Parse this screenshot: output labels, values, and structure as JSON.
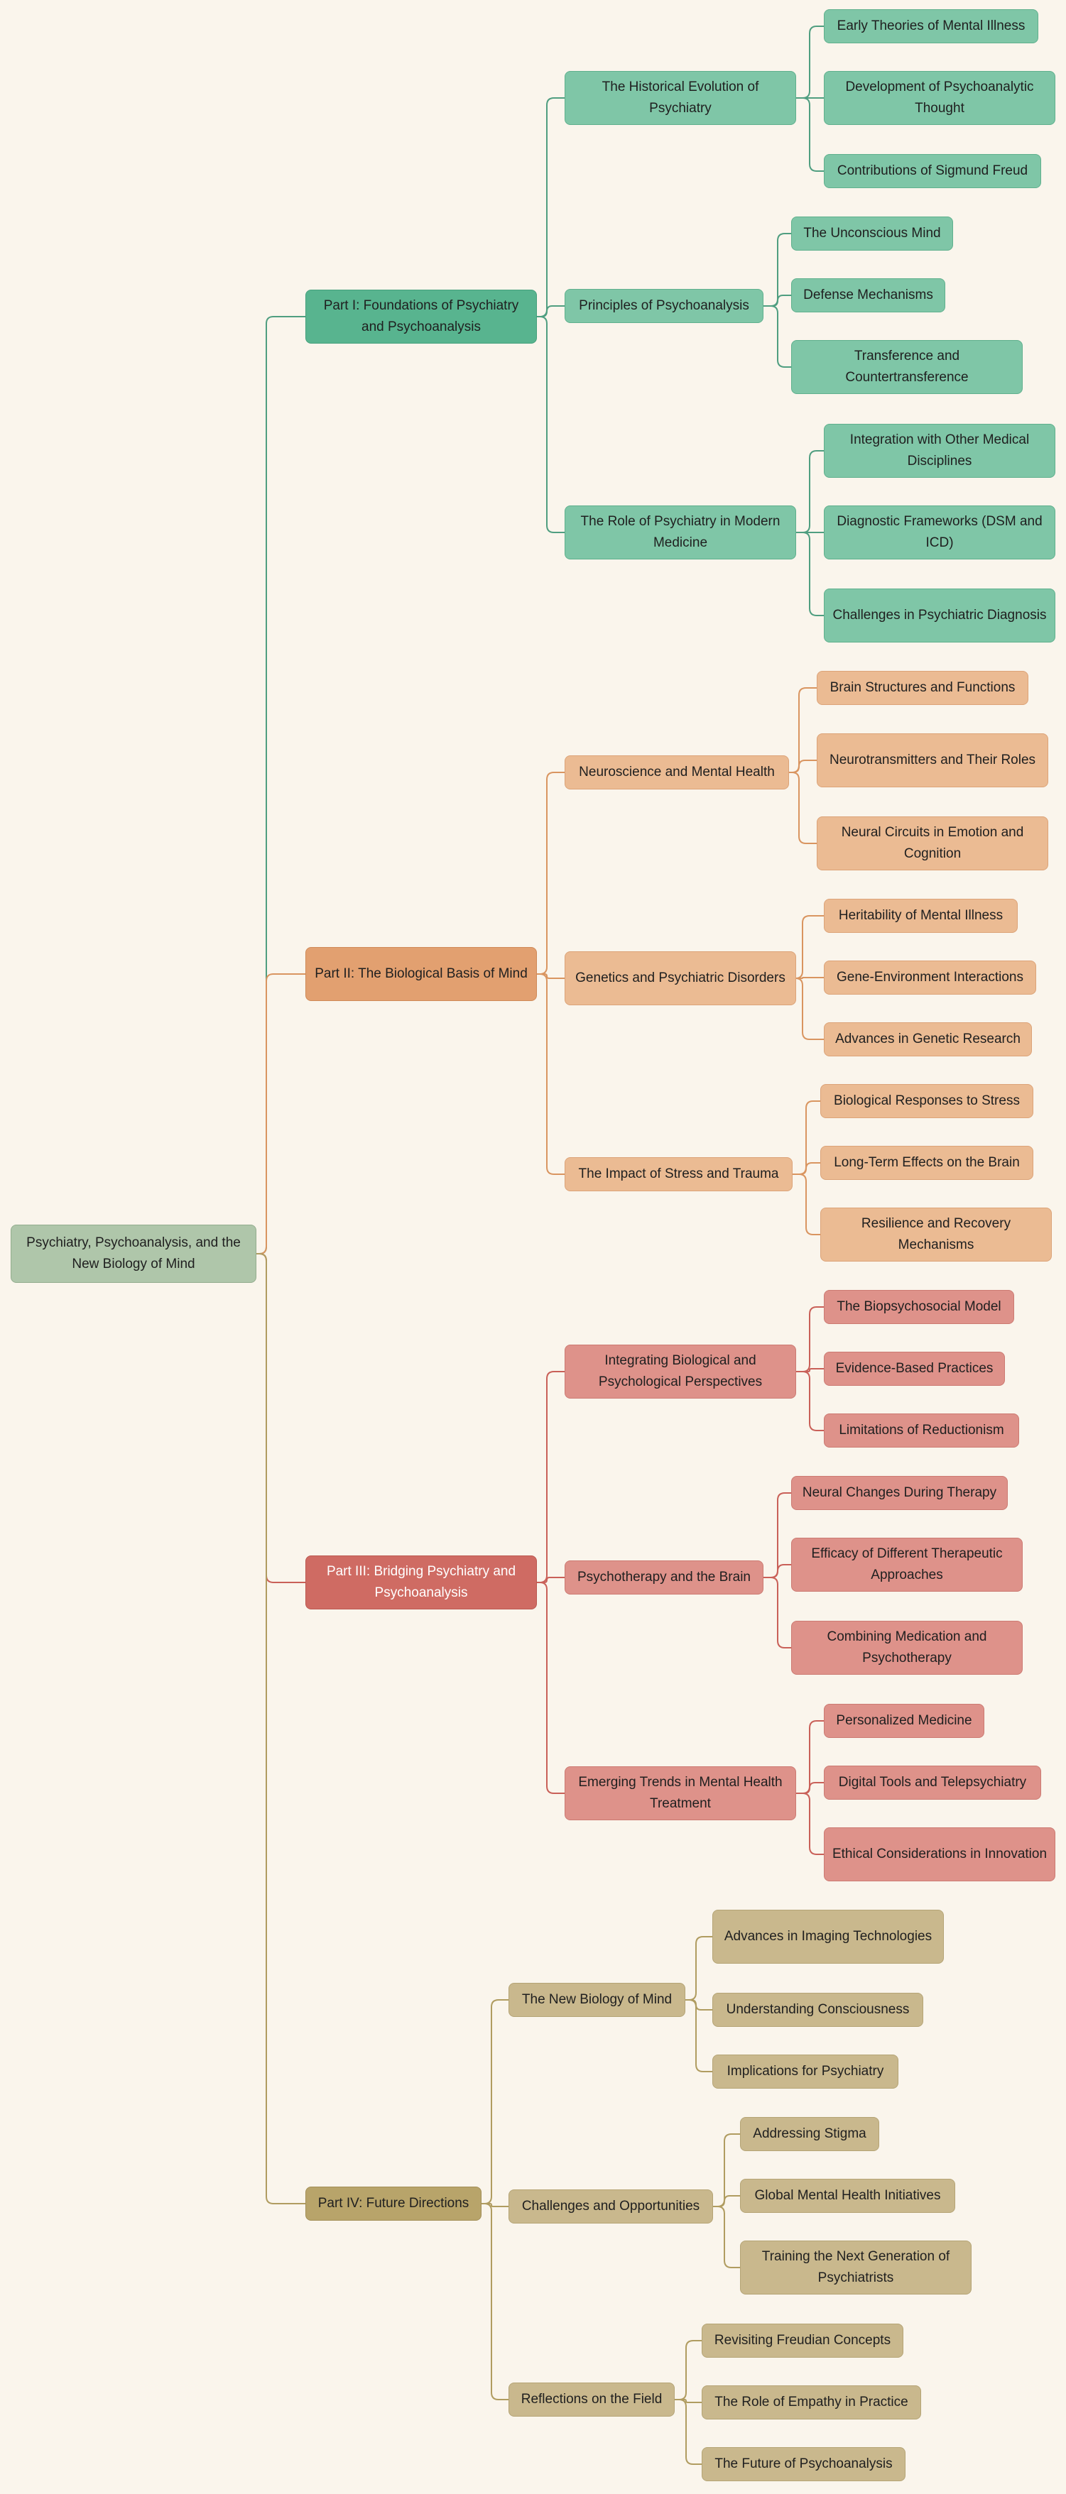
{
  "root": {
    "label": "Psychiatry, Psychoanalysis, and the New Biology of Mind"
  },
  "parts": [
    {
      "label": "Part I: Foundations of Psychiatry and Psychoanalysis",
      "color": "#4f9e80",
      "chapters": [
        {
          "label": "The Historical Evolution of Psychiatry",
          "topics": [
            "Early Theories of Mental Illness",
            "Development of Psychoanalytic Thought",
            "Contributions of Sigmund Freud"
          ]
        },
        {
          "label": "Principles of Psychoanalysis",
          "topics": [
            "The Unconscious Mind",
            "Defense Mechanisms",
            "Transference and Countertransference"
          ]
        },
        {
          "label": "The Role of Psychiatry in Modern Medicine",
          "topics": [
            "Integration with Other Medical Disciplines",
            "Diagnostic Frameworks (DSM and ICD)",
            "Challenges in Psychiatric Diagnosis"
          ]
        }
      ]
    },
    {
      "label": "Part II: The Biological Basis of Mind",
      "color": "#d99560",
      "chapters": [
        {
          "label": "Neuroscience and Mental Health",
          "topics": [
            "Brain Structures and Functions",
            "Neurotransmitters and Their Roles",
            "Neural Circuits in Emotion and Cognition"
          ]
        },
        {
          "label": "Genetics and Psychiatric Disorders",
          "topics": [
            "Heritability of Mental Illness",
            "Gene-Environment Interactions",
            "Advances in Genetic Research"
          ]
        },
        {
          "label": "The Impact of Stress and Trauma",
          "topics": [
            "Biological Responses to Stress",
            "Long-Term Effects on the Brain",
            "Resilience and Recovery Mechanisms"
          ]
        }
      ]
    },
    {
      "label": "Part III: Bridging Psychiatry and Psychoanalysis",
      "color": "#c96058",
      "chapters": [
        {
          "label": "Integrating Biological and Psychological Perspectives",
          "topics": [
            "The Biopsychosocial Model",
            "Evidence-Based Practices",
            "Limitations of Reductionism"
          ]
        },
        {
          "label": "Psychotherapy and the Brain",
          "topics": [
            "Neural Changes During Therapy",
            "Efficacy of Different Therapeutic Approaches",
            "Combining Medication and Psychotherapy"
          ]
        },
        {
          "label": "Emerging Trends in Mental Health Treatment",
          "topics": [
            "Personalized Medicine",
            "Digital Tools and Telepsychiatry",
            "Ethical Considerations in Innovation"
          ]
        }
      ]
    },
    {
      "label": "Part IV: Future Directions",
      "color": "#b09c60",
      "chapters": [
        {
          "label": "The New Biology of Mind",
          "topics": [
            "Advances in Imaging Technologies",
            "Understanding Consciousness",
            "Implications for Psychiatry"
          ]
        },
        {
          "label": "Challenges and Opportunities",
          "topics": [
            "Addressing Stigma",
            "Global Mental Health Initiatives",
            "Training the Next Generation of Psychiatrists"
          ]
        },
        {
          "label": "Reflections on the Field",
          "topics": [
            "Revisiting Freudian Concepts",
            "The Role of Empathy in Practice",
            "The Future of Psychoanalysis"
          ]
        }
      ]
    }
  ]
}
